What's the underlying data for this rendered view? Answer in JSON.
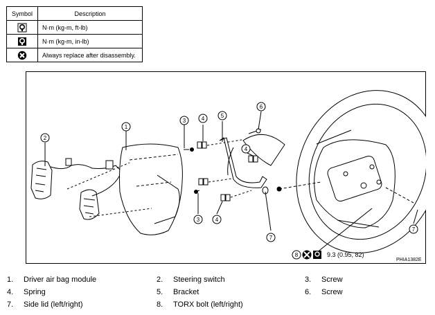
{
  "legend": {
    "header_symbol": "Symbol",
    "header_description": "Description",
    "rows": [
      {
        "icon": "torque-wrench-ftlb-icon",
        "description": "N·m (kg-m, ft-lb)"
      },
      {
        "icon": "torque-wrench-inlb-icon",
        "description": "N·m (kg-m, in-lb)"
      },
      {
        "icon": "always-replace-icon",
        "description": "Always replace after disassembly."
      }
    ]
  },
  "figure": {
    "callouts": [
      "1",
      "2",
      "3",
      "4",
      "5",
      "6",
      "3",
      "4",
      "4",
      "7",
      "7",
      "8"
    ],
    "torque_spec": "9.3 (0.95, 82)",
    "figure_id": "PHIA1382E"
  },
  "parts": [
    {
      "num": "1.",
      "name": "Driver air bag module"
    },
    {
      "num": "2.",
      "name": "Steering switch"
    },
    {
      "num": "3.",
      "name": "Screw"
    },
    {
      "num": "4.",
      "name": "Spring"
    },
    {
      "num": "5.",
      "name": "Bracket"
    },
    {
      "num": "6.",
      "name": "Screw"
    },
    {
      "num": "7.",
      "name": "Side lid (left/right)"
    },
    {
      "num": "8.",
      "name": "TORX bolt (left/right)"
    }
  ]
}
